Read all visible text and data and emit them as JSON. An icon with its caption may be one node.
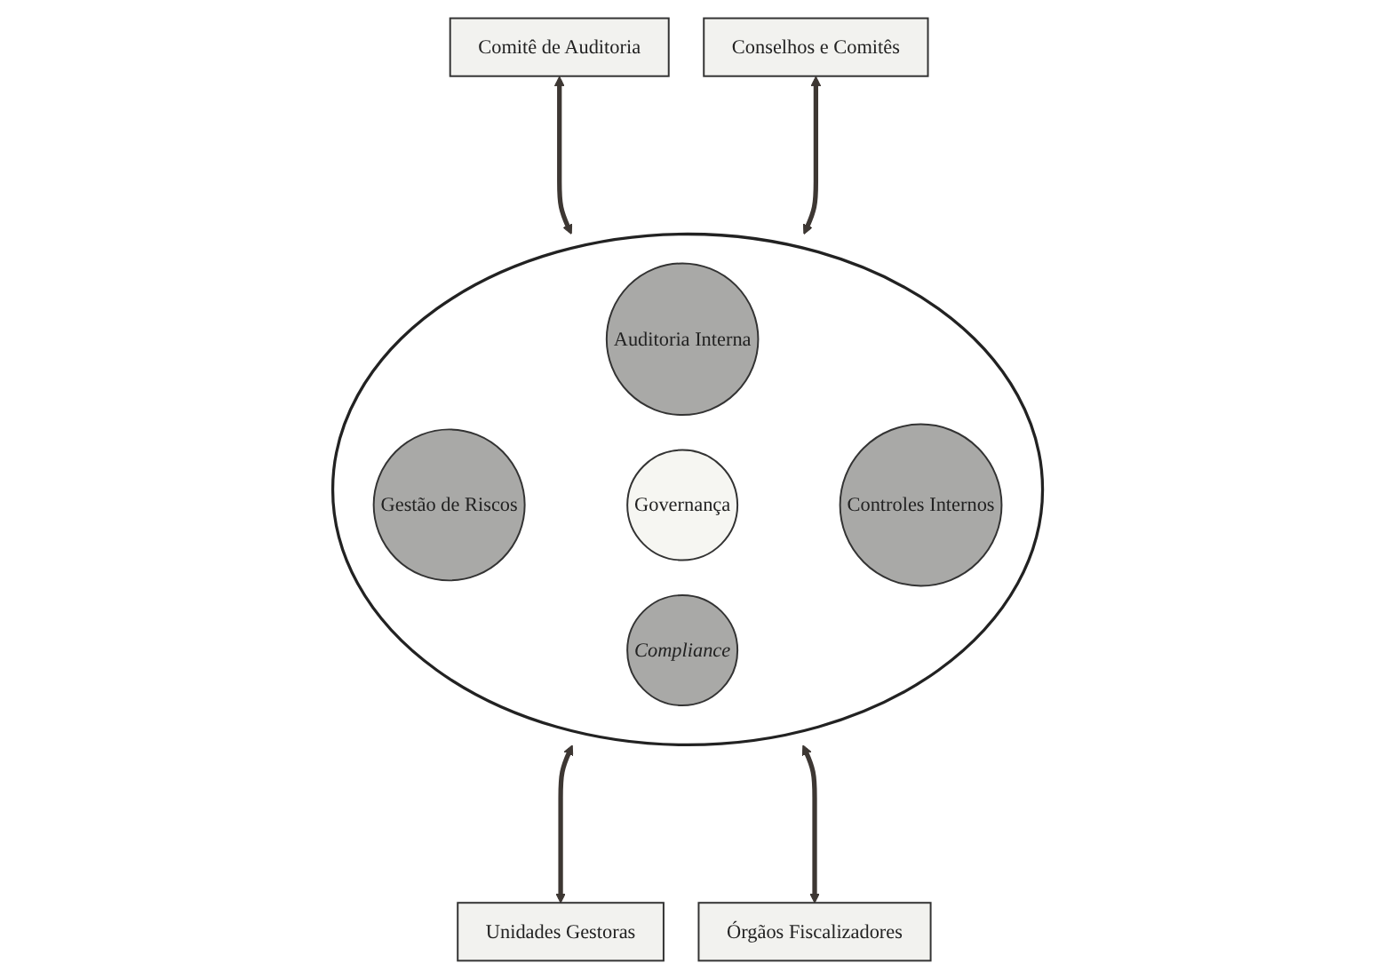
{
  "diagram": {
    "nodes": [
      {
        "text": [
          "Comitê de Auditoria"
        ]
      },
      {
        "text": [
          "Conselhos e Comitês"
        ]
      },
      {
        "text": [],
        "shape": "circle"
      },
      {
        "text": [
          "Auditoria Interna"
        ],
        "in": 2
      },
      {
        "text": [
          "Gestão de Riscos"
        ],
        "in": 2
      },
      {
        "text": [
          "Governança"
        ],
        "in": 2
      },
      {
        "text": [
          "Controles Internos"
        ],
        "in": 2
      },
      {
        "text": [
          "Compliance"
        ],
        "in": 2
      },
      {
        "text": [
          "Unidades Gestoras"
        ]
      },
      {
        "text": [
          "Órgãos Fiscalizadores"
        ]
      }
    ],
    "edges": [
      {
        "from": 0,
        "to": 2,
        "arrow": "both"
      },
      {
        "from": 1,
        "to": 2,
        "arrow": "both"
      },
      {
        "from": 8,
        "to": 2,
        "arrow": "both"
      },
      {
        "from": 9,
        "to": 2,
        "arrow": "both"
      }
    ]
  }
}
